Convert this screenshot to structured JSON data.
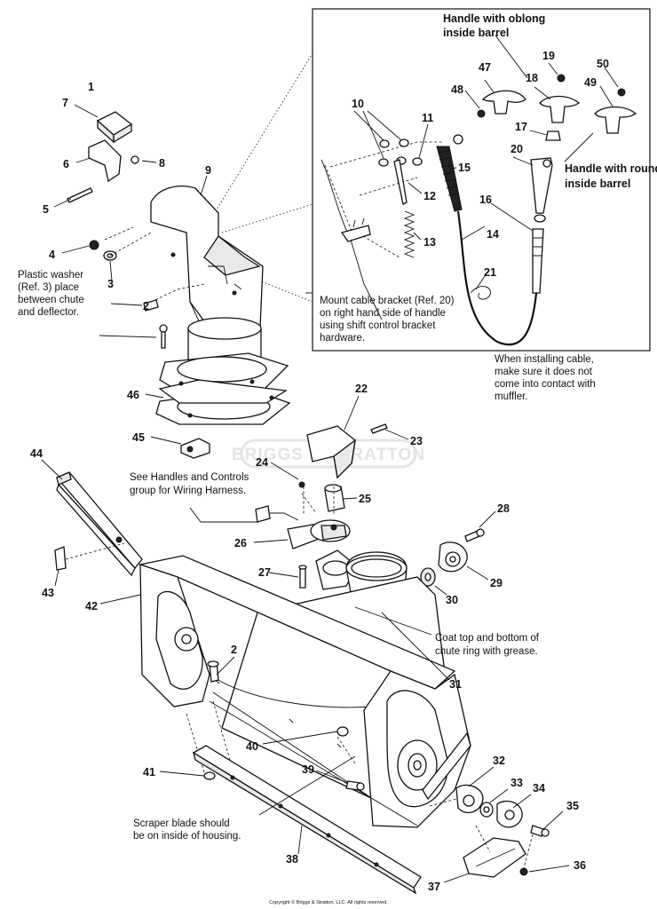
{
  "callouts": [
    {
      "id": "1",
      "label": "1"
    },
    {
      "id": "2a",
      "label": "2"
    },
    {
      "id": "2b",
      "label": "2"
    },
    {
      "id": "3",
      "label": "3"
    },
    {
      "id": "4",
      "label": "4"
    },
    {
      "id": "5",
      "label": "5"
    },
    {
      "id": "6",
      "label": "6"
    },
    {
      "id": "7",
      "label": "7"
    },
    {
      "id": "8",
      "label": "8"
    },
    {
      "id": "9",
      "label": "9"
    },
    {
      "id": "10",
      "label": "10"
    },
    {
      "id": "11",
      "label": "11"
    },
    {
      "id": "12",
      "label": "12"
    },
    {
      "id": "13",
      "label": "13"
    },
    {
      "id": "14",
      "label": "14"
    },
    {
      "id": "15",
      "label": "15"
    },
    {
      "id": "16",
      "label": "16"
    },
    {
      "id": "17",
      "label": "17"
    },
    {
      "id": "18",
      "label": "18"
    },
    {
      "id": "19",
      "label": "19"
    },
    {
      "id": "20",
      "label": "20"
    },
    {
      "id": "21",
      "label": "21"
    },
    {
      "id": "22",
      "label": "22"
    },
    {
      "id": "23",
      "label": "23"
    },
    {
      "id": "24",
      "label": "24"
    },
    {
      "id": "25",
      "label": "25"
    },
    {
      "id": "26",
      "label": "26"
    },
    {
      "id": "27",
      "label": "27"
    },
    {
      "id": "28",
      "label": "28"
    },
    {
      "id": "29",
      "label": "29"
    },
    {
      "id": "30",
      "label": "30"
    },
    {
      "id": "31",
      "label": "31"
    },
    {
      "id": "32",
      "label": "32"
    },
    {
      "id": "33",
      "label": "33"
    },
    {
      "id": "34",
      "label": "34"
    },
    {
      "id": "35",
      "label": "35"
    },
    {
      "id": "36",
      "label": "36"
    },
    {
      "id": "37",
      "label": "37"
    },
    {
      "id": "38",
      "label": "38"
    },
    {
      "id": "39",
      "label": "39"
    },
    {
      "id": "40",
      "label": "40"
    },
    {
      "id": "41",
      "label": "41"
    },
    {
      "id": "42",
      "label": "42"
    },
    {
      "id": "43",
      "label": "43"
    },
    {
      "id": "44",
      "label": "44"
    },
    {
      "id": "45",
      "label": "45"
    },
    {
      "id": "46",
      "label": "46"
    },
    {
      "id": "47",
      "label": "47"
    },
    {
      "id": "48",
      "label": "48"
    },
    {
      "id": "49",
      "label": "49"
    },
    {
      "id": "50",
      "label": "50"
    }
  ],
  "notes": {
    "oblong_handle": [
      "Handle with oblong",
      "inside barrel"
    ],
    "round_handle": [
      "Handle with round",
      "inside barrel"
    ],
    "plastic_washer": [
      "Plastic washer",
      "(Ref. 3) place",
      "between chute",
      "and deflector."
    ],
    "mount_cable": [
      "Mount cable bracket (Ref. 20)",
      "on right hand side of handle",
      "using shift control bracket",
      "hardware."
    ],
    "installing_cable": [
      "When installing cable,",
      "make sure it does not",
      "come into contact with",
      "muffler."
    ],
    "wiring_harness": [
      "See Handles and Controls",
      "group for Wiring Harness."
    ],
    "coat_chute": [
      "Coat top and bottom of",
      "chute ring with grease."
    ],
    "scraper_blade": [
      "Scraper blade should",
      "be on inside of housing."
    ]
  },
  "watermark": "BRIGGS & STRATTON",
  "copyright": "Copyright © Briggs & Stratton, LLC. All rights reserved."
}
